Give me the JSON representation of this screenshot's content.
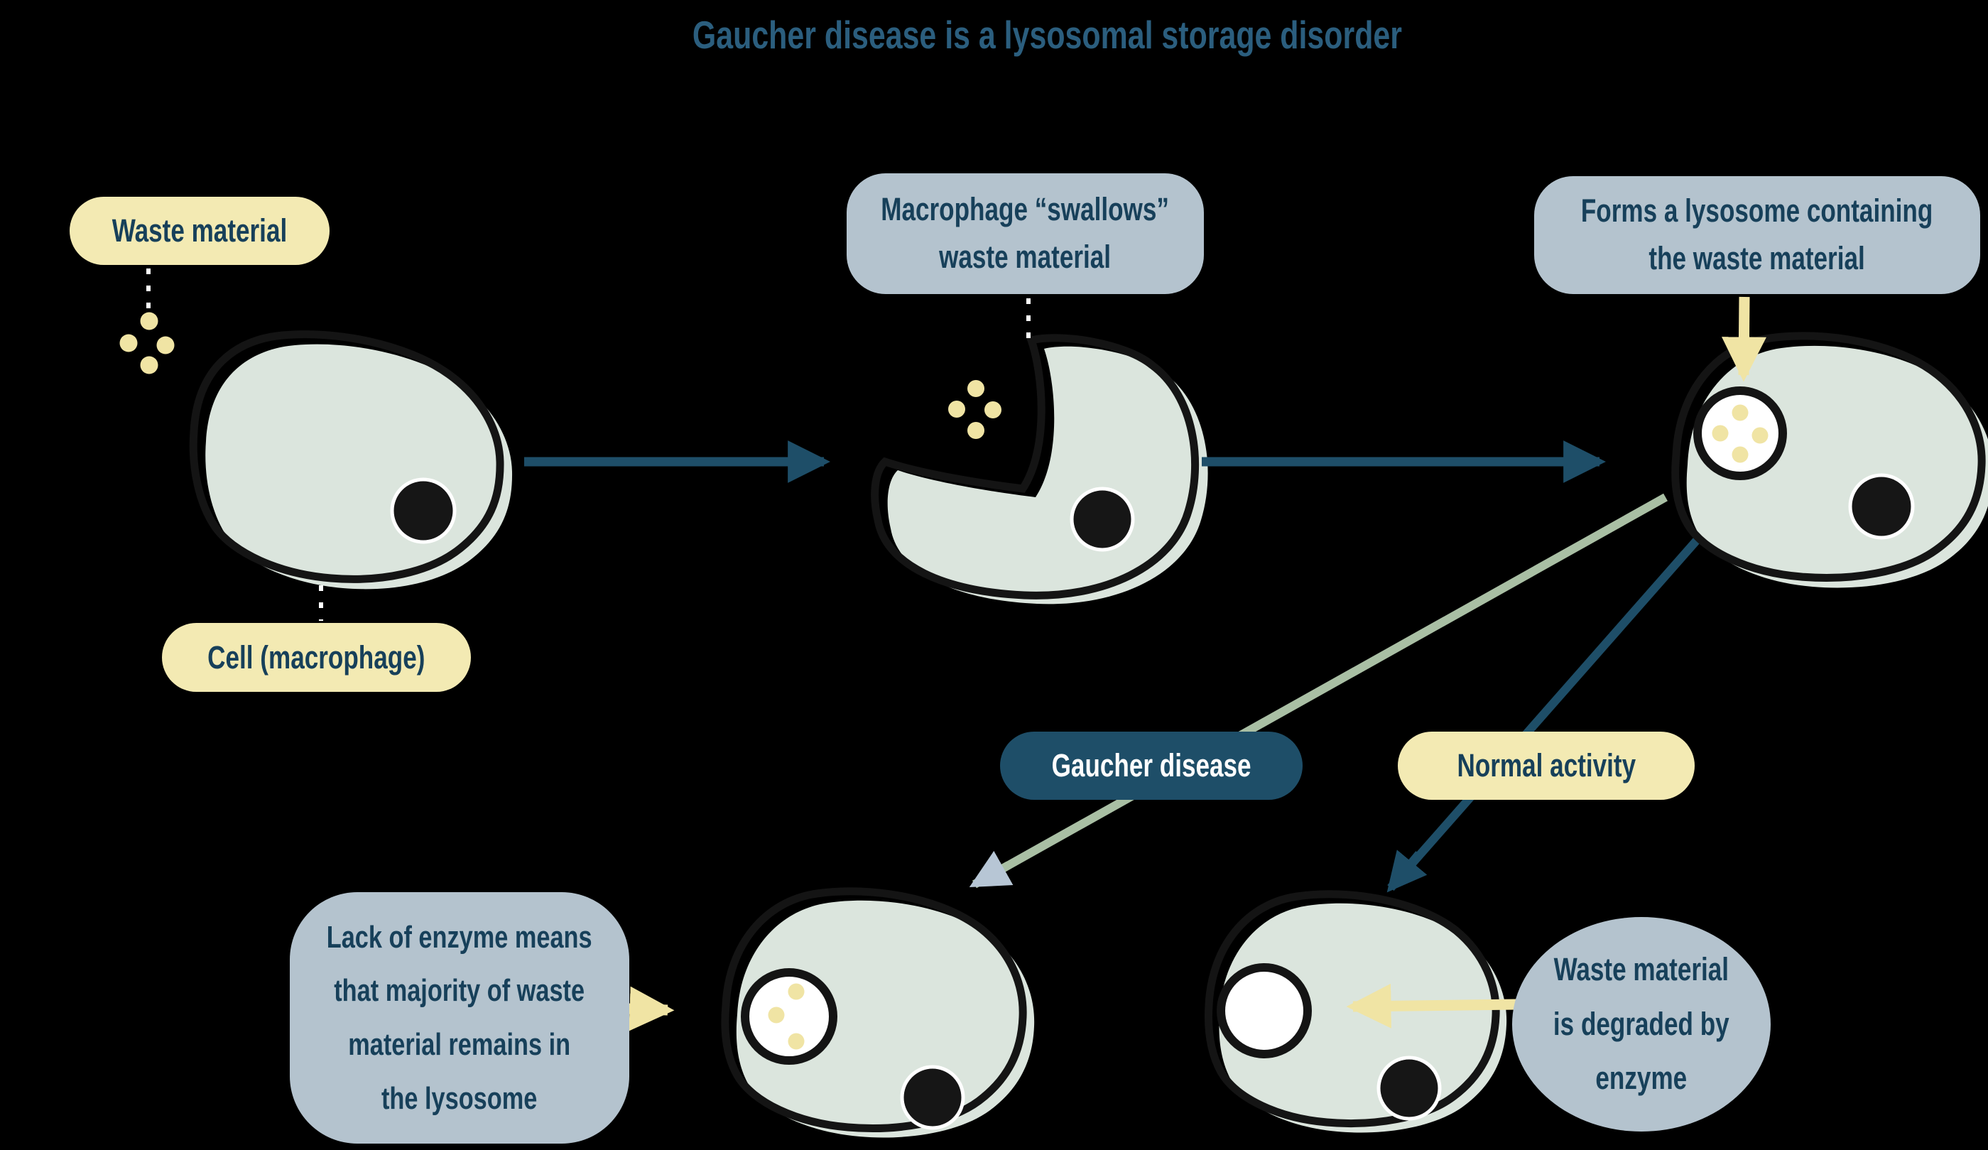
{
  "title": {
    "text": "Gaucher disease is a lysosomal storage disorder"
  },
  "labels": {
    "waste_material": {
      "text": "Waste material"
    },
    "cell_macrophage": {
      "text": "Cell (macrophage)"
    },
    "swallows": {
      "lines": [
        "Macrophage “swallows”",
        "waste material"
      ]
    },
    "forms_lysosome": {
      "lines": [
        "Forms a lysosome containing",
        "the waste material"
      ]
    },
    "gaucher": {
      "text": "Gaucher disease"
    },
    "normal": {
      "text": "Normal activity"
    },
    "lack_enzyme": {
      "lines": [
        "Lack of enzyme means",
        "that majority of waste",
        "material remains in",
        "the lysosome"
      ]
    },
    "degraded": {
      "lines": [
        "Waste material",
        "is degraded by",
        "enzyme"
      ]
    }
  },
  "colors": {
    "background": "#000000",
    "title_teal": "#2b5e7e",
    "label_text": "#17405a",
    "accent_teal": "#1e4e68",
    "cream": "#f3eab3",
    "waste_yellow": "#f0e4a4",
    "panel_blue_gray": "#b4c3ce",
    "cell_fill": "#dbe5dd",
    "cell_outline": "#141414",
    "gaucher_line_green": "#a9bfa4",
    "arrowhead_gray": "#b7c6d5",
    "lysosome_fill": "#ffffff"
  }
}
